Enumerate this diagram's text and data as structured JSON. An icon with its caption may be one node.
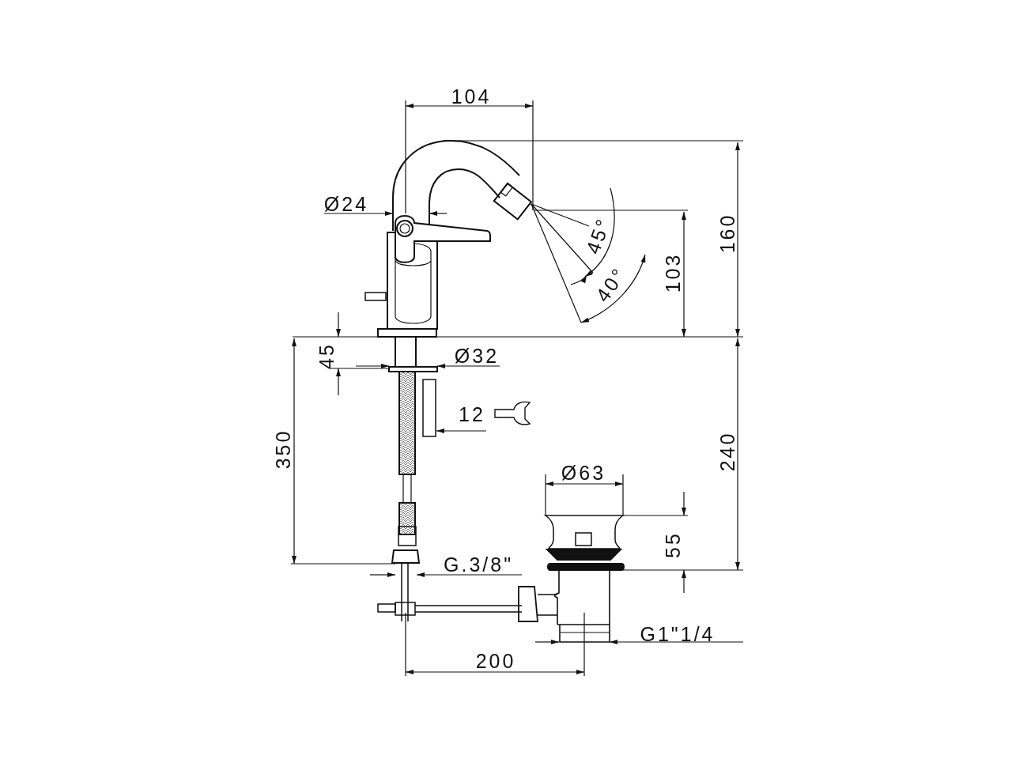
{
  "diagram": {
    "labels": [
      "104",
      "Ø24",
      "45°",
      "160",
      "103",
      "40°",
      "45",
      "Ø32",
      "12",
      "350",
      "240",
      "Ø63",
      "55",
      "G.3/8\"",
      "G1\"1/4",
      "200"
    ]
  }
}
